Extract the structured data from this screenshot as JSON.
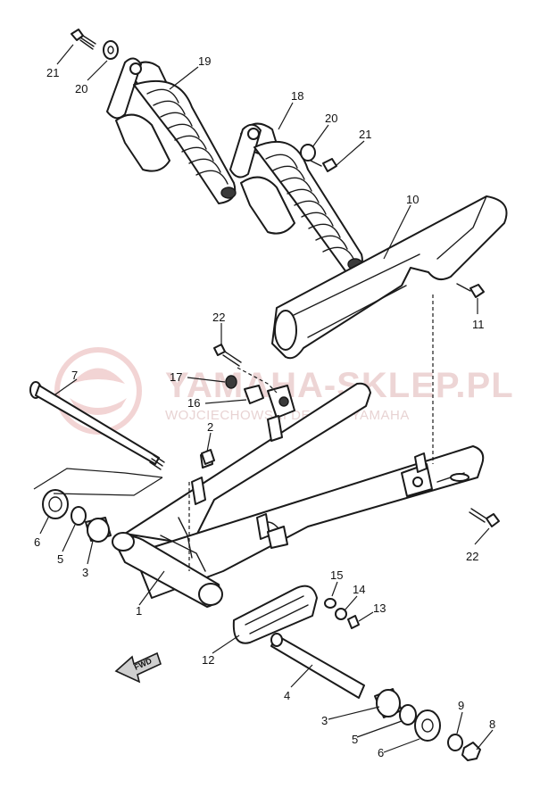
{
  "watermark": {
    "title": "YAMAHA-SKLEP.PL",
    "subtitle": "WOJCIECHOWSKI DEALER YAMAHA"
  },
  "direction_arrow": {
    "label": "FWD",
    "icon": "forward-arrow-icon"
  },
  "callouts": {
    "c1": "1",
    "c2": "2",
    "c3a": "3",
    "c3b": "3",
    "c4": "4",
    "c5a": "5",
    "c5b": "5",
    "c6a": "6",
    "c6b": "6",
    "c7": "7",
    "c8": "8",
    "c9": "9",
    "c10": "10",
    "c11": "11",
    "c12": "12",
    "c13": "13",
    "c14": "14",
    "c15": "15",
    "c16": "16",
    "c17": "17",
    "c18": "18",
    "c19": "19",
    "c20a": "20",
    "c20b": "20",
    "c21a": "21",
    "c21b": "21",
    "c22a": "22",
    "c22b": "22"
  }
}
